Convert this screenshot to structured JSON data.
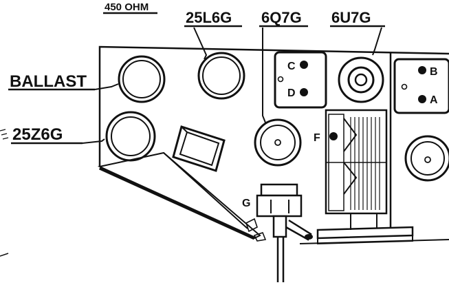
{
  "labels": {
    "ohm": "450 OHM",
    "tube_25l6g": "25L6G",
    "tube_6q7g": "6Q7G",
    "tube_6u7g": "6U7G",
    "ballast": "BALLAST",
    "tube_25z6g": "25Z6G"
  },
  "terminals": {
    "c": "C",
    "d": "D",
    "b": "B",
    "a": "A",
    "f": "F",
    "g": "G"
  }
}
